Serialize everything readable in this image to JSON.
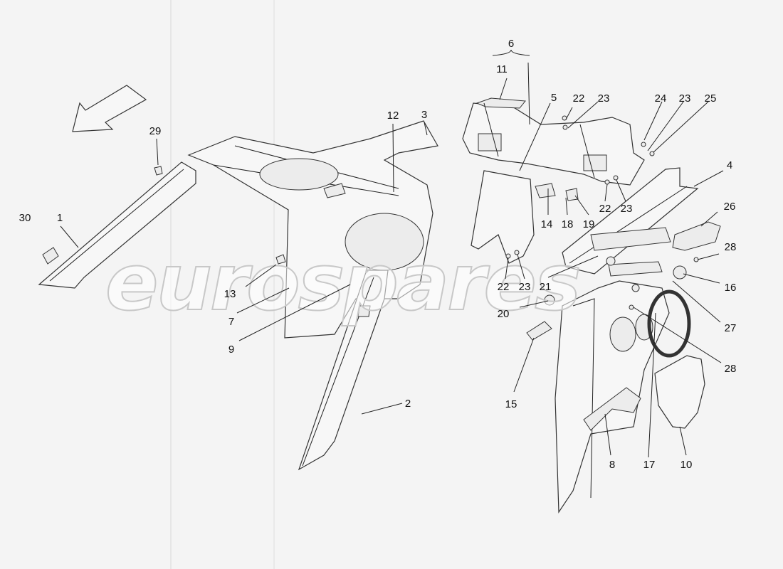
{
  "watermark": "eurospares",
  "callouts": [
    {
      "id": "c1",
      "text": "1"
    },
    {
      "id": "c2",
      "text": "2"
    },
    {
      "id": "c3",
      "text": "3"
    },
    {
      "id": "c4",
      "text": "4"
    },
    {
      "id": "c5",
      "text": "5"
    },
    {
      "id": "c6",
      "text": "6"
    },
    {
      "id": "c7",
      "text": "7"
    },
    {
      "id": "c8",
      "text": "8"
    },
    {
      "id": "c9",
      "text": "9"
    },
    {
      "id": "c10",
      "text": "10"
    },
    {
      "id": "c11",
      "text": "11"
    },
    {
      "id": "c12",
      "text": "12"
    },
    {
      "id": "c13",
      "text": "13"
    },
    {
      "id": "c14",
      "text": "14"
    },
    {
      "id": "c15",
      "text": "15"
    },
    {
      "id": "c16",
      "text": "16"
    },
    {
      "id": "c17",
      "text": "17"
    },
    {
      "id": "c18",
      "text": "18"
    },
    {
      "id": "c19",
      "text": "19"
    },
    {
      "id": "c20",
      "text": "20"
    },
    {
      "id": "c21",
      "text": "21"
    },
    {
      "id": "c22a",
      "text": "22"
    },
    {
      "id": "c22b",
      "text": "22"
    },
    {
      "id": "c22c",
      "text": "22"
    },
    {
      "id": "c23a",
      "text": "23"
    },
    {
      "id": "c23b",
      "text": "23"
    },
    {
      "id": "c23c",
      "text": "23"
    },
    {
      "id": "c23d",
      "text": "23"
    },
    {
      "id": "c24",
      "text": "24"
    },
    {
      "id": "c25",
      "text": "25"
    },
    {
      "id": "c26",
      "text": "26"
    },
    {
      "id": "c27",
      "text": "27"
    },
    {
      "id": "c28a",
      "text": "28"
    },
    {
      "id": "c28b",
      "text": "28"
    },
    {
      "id": "c29",
      "text": "29"
    },
    {
      "id": "c30",
      "text": "30"
    }
  ]
}
